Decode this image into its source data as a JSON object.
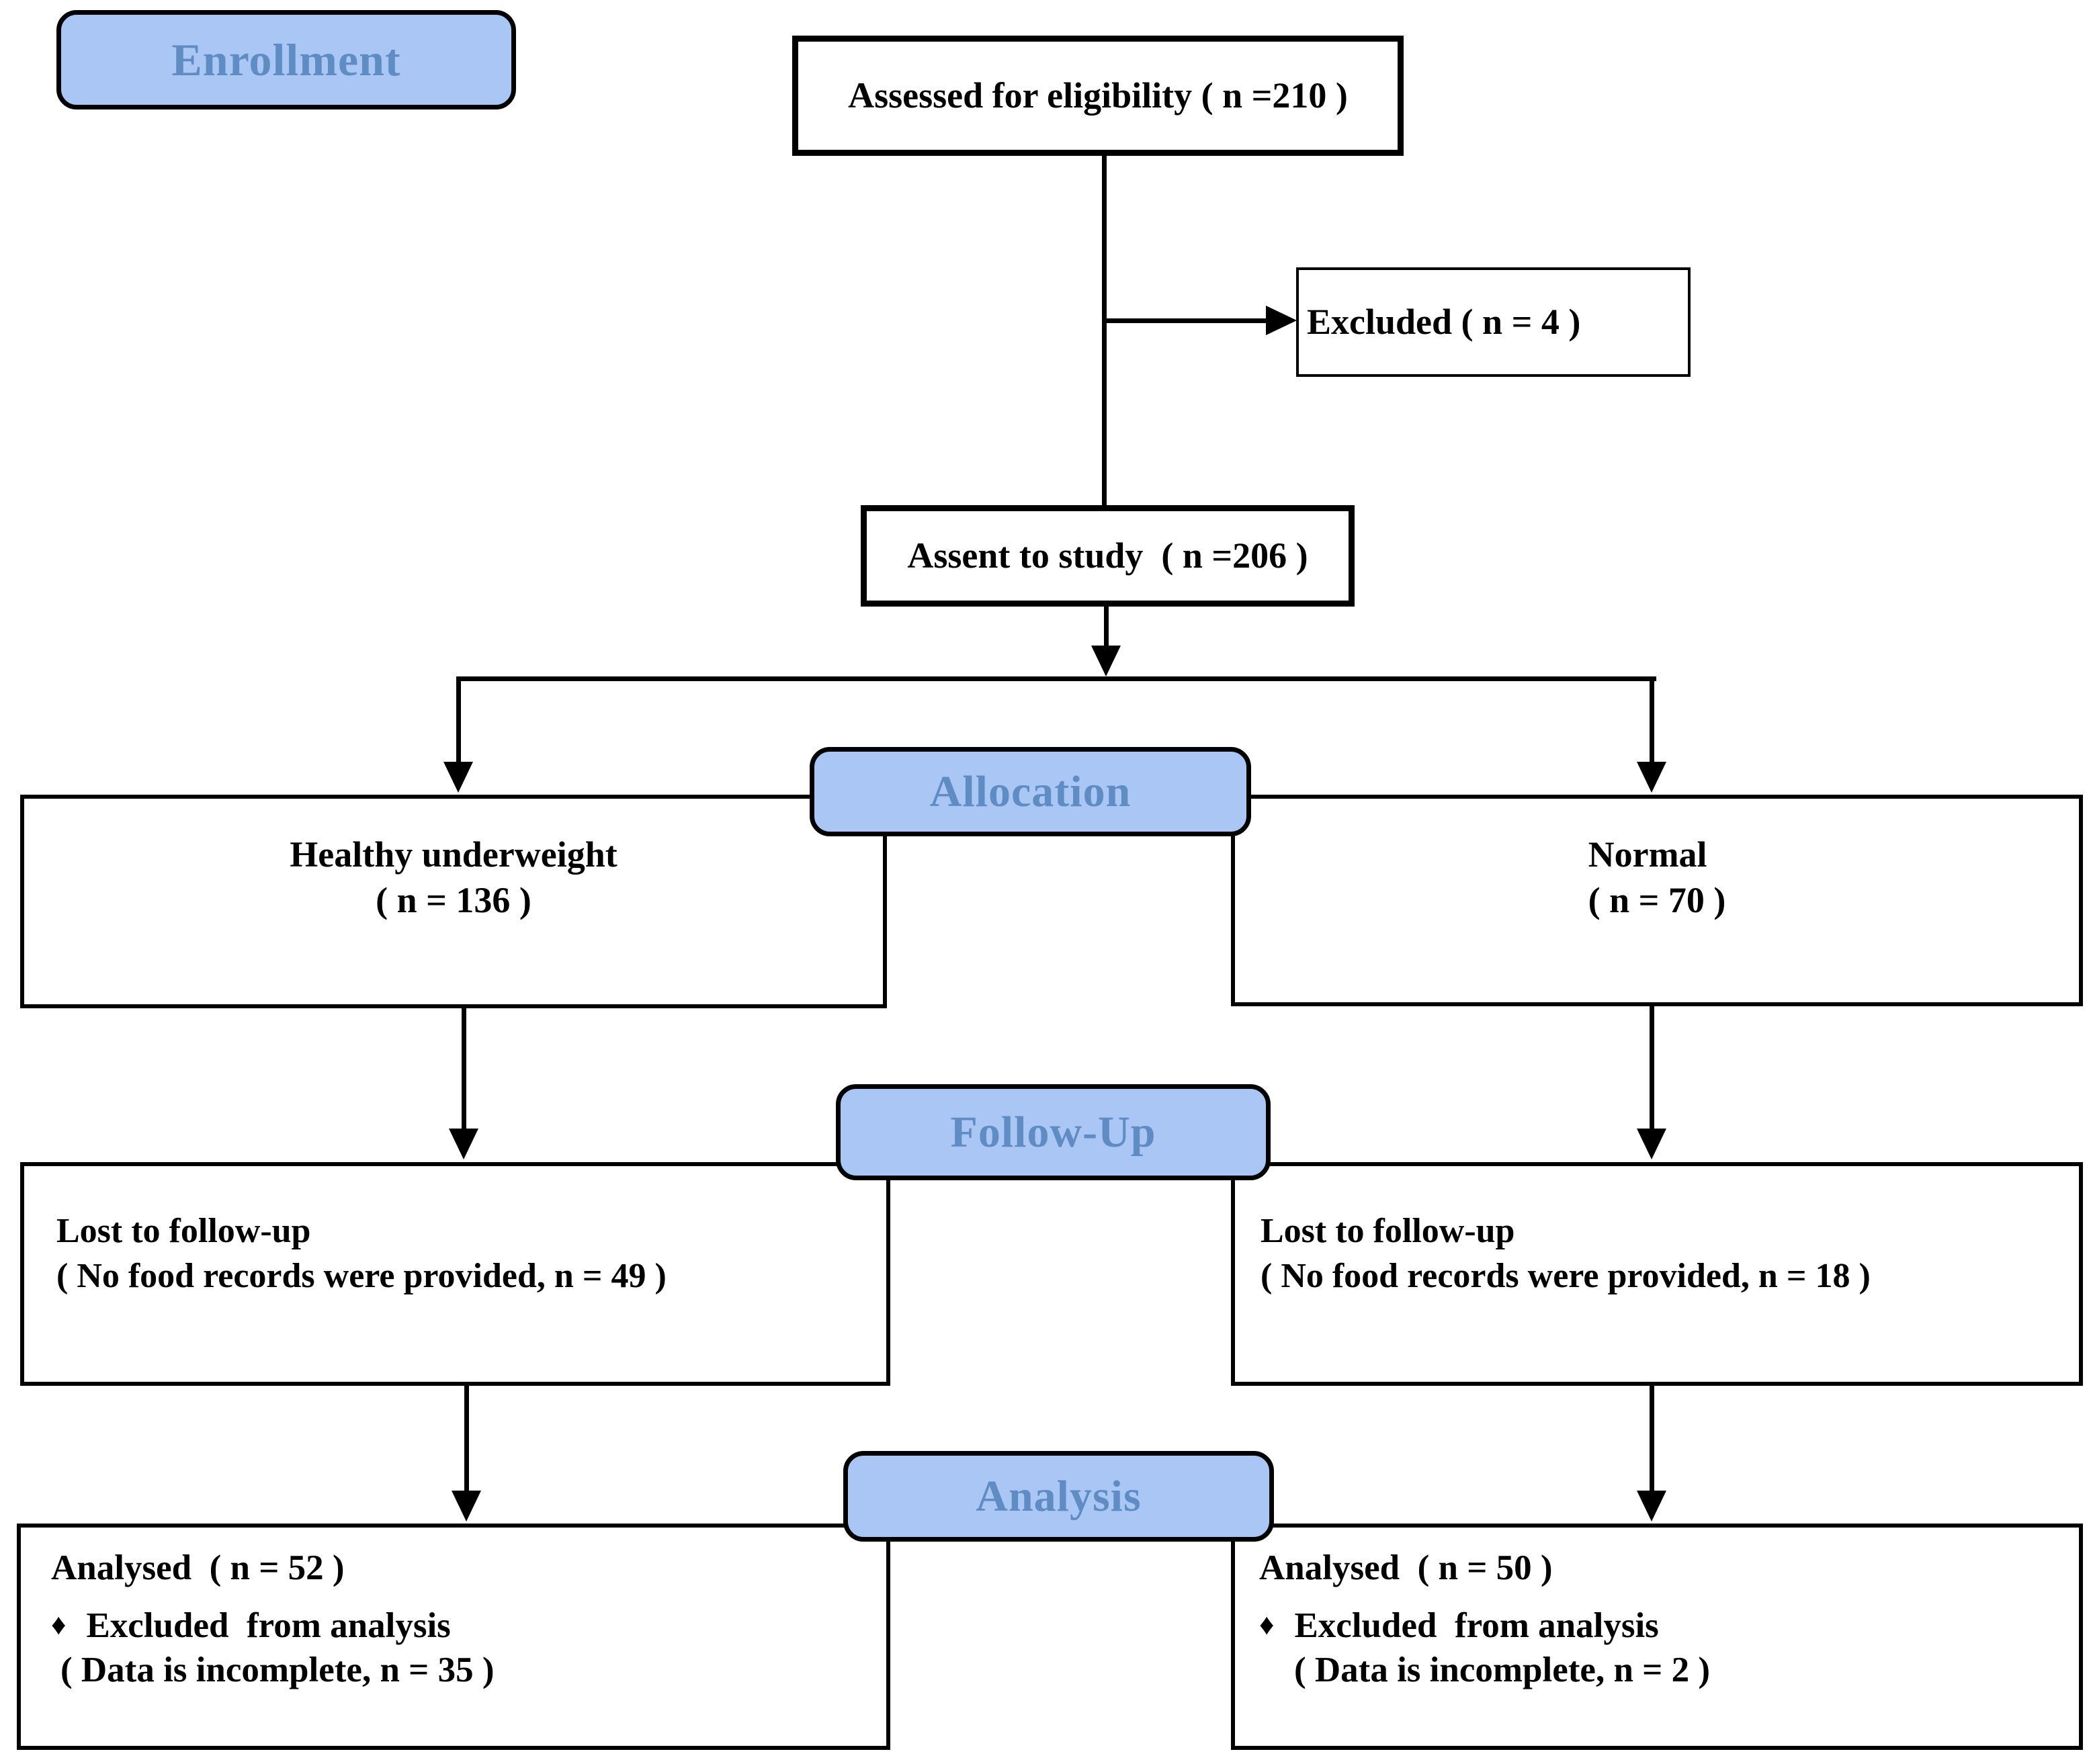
{
  "stages": {
    "enrollment": "Enrollment",
    "allocation": "Allocation",
    "followup": "Follow-Up",
    "analysis": "Analysis"
  },
  "nodes": {
    "assessed": "Assessed for eligibility ( n =210 )",
    "excluded": "Excluded ( n = 4 )",
    "assent": "Assent to study  ( n =206 )",
    "allocation_left": {
      "line1": "Healthy underweight",
      "line2": "( n = 136 )"
    },
    "allocation_right": {
      "line1": "Normal",
      "line2": "( n = 70 )"
    },
    "followup_left": {
      "line1": "Lost to follow-up",
      "line2": "( No food records were provided, n = 49 )"
    },
    "followup_right": {
      "line1": "Lost to follow-up",
      "line2": "( No food records were provided, n = 18 )"
    },
    "analysis_left": {
      "line1": "Analysed  ( n = 52 )",
      "bullet": "♦",
      "line2": "Excluded  from analysis",
      "line3": "( Data is incomplete, n = 35 )"
    },
    "analysis_right": {
      "line1": "Analysed  ( n = 50 )",
      "bullet": "♦",
      "line2": "Excluded  from analysis",
      "line3": "( Data is incomplete, n = 2 )"
    }
  },
  "colors": {
    "stage_fill": "#a9c6f5",
    "stage_label_text": "#5e8cc3",
    "node_border": "#000000",
    "node_text": "#000000",
    "connector_line": "#000000",
    "background": "#ffffff"
  }
}
